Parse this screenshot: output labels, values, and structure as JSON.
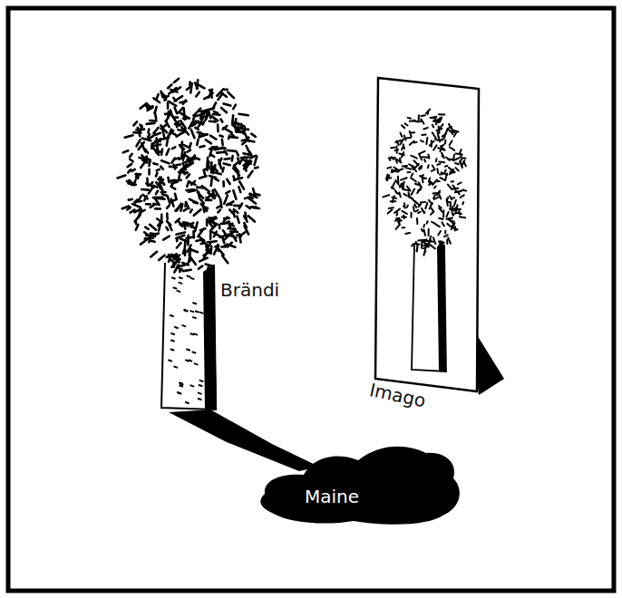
{
  "diagram": {
    "labels": [
      "Brändi",
      "Imago",
      "Maine"
    ]
  }
}
